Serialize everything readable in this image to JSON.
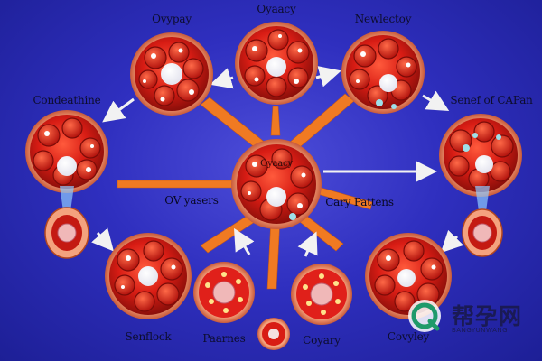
{
  "labels": {
    "top_left": "Ovypay",
    "top_center": "Oyaacy",
    "top_right": "Newlectoy",
    "mid_left": "Condeathine",
    "mid_right": "Senef of CAPan",
    "center_left": "OV yasers",
    "center_right": "Cary Pattens",
    "bottom_left": "Senflock",
    "bottom_center_left": "Paarnes",
    "bottom_center_right": "Coyary",
    "bottom_right": "Covyley",
    "center": "Oyaacy"
  },
  "watermark": {
    "text": "帮孕网",
    "subtext": "BANGYUNWANG"
  },
  "colors": {
    "background": "#2f2fbf",
    "cell_red": "#e0201a",
    "cell_dark": "#8c0f0a",
    "arrow_orange": "#f07a22",
    "arrow_white": "#f2f2f2",
    "follicle_pink": "#f0b8b8"
  }
}
